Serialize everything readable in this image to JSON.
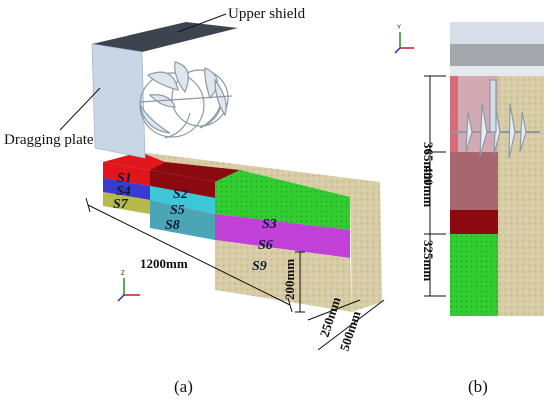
{
  "labels": {
    "upper_shield": "Upper shield",
    "dragging_plate": "Dragging plate"
  },
  "sections": [
    "S1",
    "S2",
    "S3",
    "S4",
    "S5",
    "S6",
    "S7",
    "S8",
    "S9"
  ],
  "dimensions": {
    "length": "1200mm",
    "height": "200mm",
    "width_inner": "250mm",
    "width_outer": "500mm",
    "b_top": "365mm",
    "b_middle": "400mm",
    "b_bottom": "325mm"
  },
  "axes": {
    "y": "Y",
    "z": "Z"
  },
  "captions": {
    "a": "(a)",
    "b": "(b)"
  },
  "colors": {
    "red": "#e0161c",
    "dark_red": "#8a0a0f",
    "green": "#2fd02f",
    "blue": "#3a3ad0",
    "cyan": "#3cc8d8",
    "magenta": "#c040d8",
    "olive": "#b7b94a",
    "sand": "#d9cfa8",
    "shield": "#3d4450",
    "plate": "#c9d6e6"
  }
}
